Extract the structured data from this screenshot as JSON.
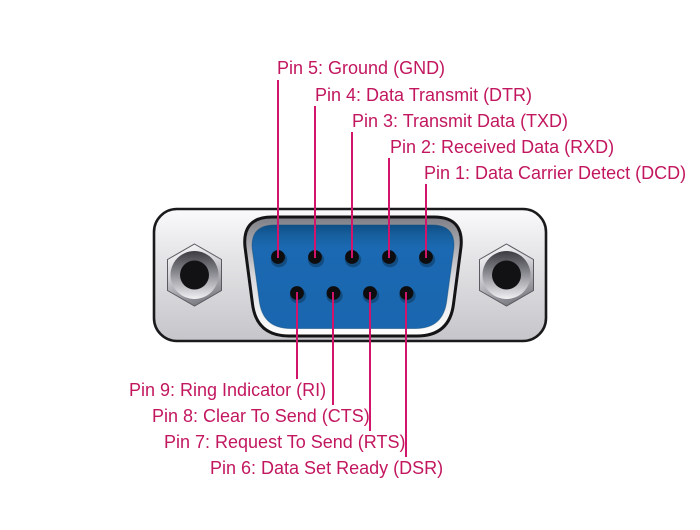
{
  "page": {
    "background_color": "#FFFFFF"
  },
  "colors": {
    "label_text": "#C2175F",
    "pointer_line": "#D2146B",
    "insert_blue": "#1B69B2",
    "insert_blue_shadow": "#0F4E85",
    "shell_gray": "#CFCFD3",
    "outline": "#1A1A1C",
    "pin_hole_black": "#121214"
  },
  "diagram": {
    "top_labels": [
      {
        "pin": "5",
        "text": "Pin 5: Ground (GND)"
      },
      {
        "pin": "4",
        "text": "Pin 4: Data Transmit (DTR)"
      },
      {
        "pin": "3",
        "text": "Pin 3: Transmit Data (TXD)"
      },
      {
        "pin": "2",
        "text": "Pin 2: Received Data (RXD)"
      },
      {
        "pin": "1",
        "text": "Pin 1: Data Carrier Detect (DCD)"
      }
    ],
    "bottom_labels": [
      {
        "pin": "9",
        "text": "Pin 9: Ring Indicator (RI)"
      },
      {
        "pin": "8",
        "text": "Pin 8: Clear To Send (CTS)"
      },
      {
        "pin": "7",
        "text": "Pin 7: Request To Send (RTS)"
      },
      {
        "pin": "6",
        "text": "Pin 6: Data Set Ready (DSR)"
      }
    ],
    "pin_layout": {
      "top_row_left_to_right": [
        "5",
        "4",
        "3",
        "2",
        "1"
      ],
      "bottom_row_left_to_right": [
        "9",
        "8",
        "7",
        "6"
      ]
    }
  }
}
